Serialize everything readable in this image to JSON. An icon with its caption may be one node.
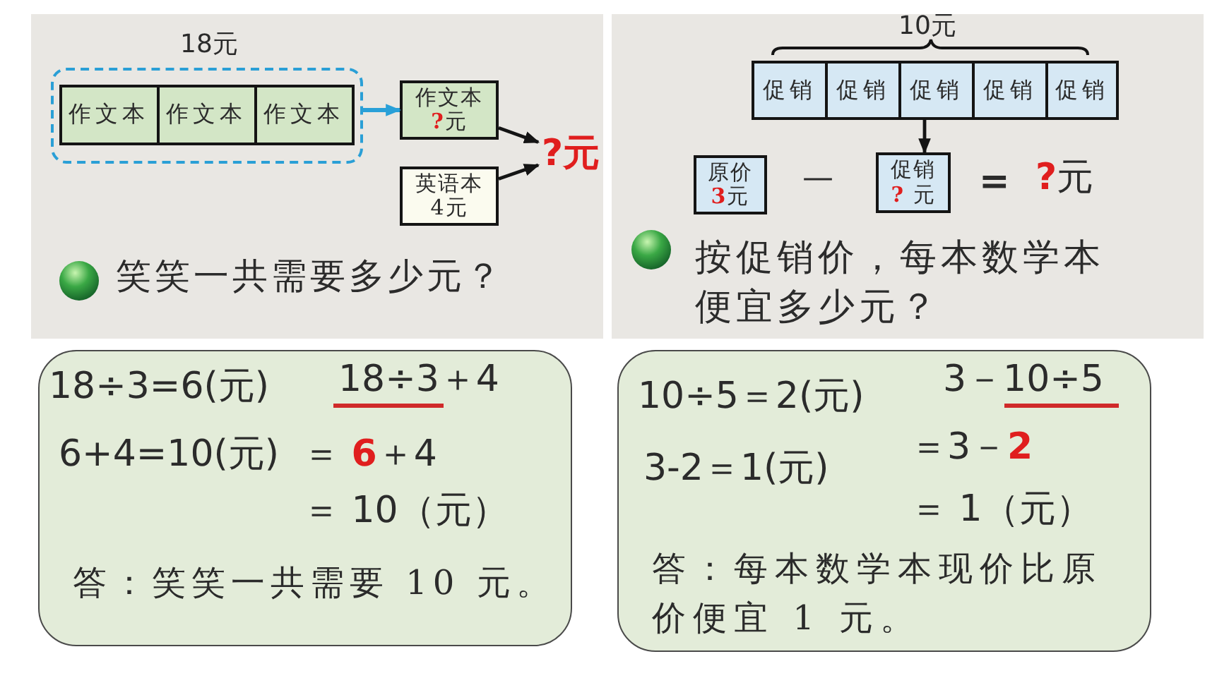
{
  "diagram": {
    "nodes": [
      {
        "text": [
          "笑笑一共需要多少元？"
        ]
      },
      {
        "text": [
          "18元"
        ],
        "in": 0
      },
      {
        "text": [
          "作文本"
        ],
        "in": 1
      },
      {
        "text": [
          "作文本"
        ],
        "in": 1
      },
      {
        "text": [
          "作文本"
        ],
        "in": 1
      },
      {
        "text": [
          "作文本",
          "**?**元"
        ],
        "in": 0
      },
      {
        "text": [
          "英语本",
          "4元"
        ],
        "in": 0
      },
      {
        "text": [
          "?元"
        ],
        "in": 0
      },
      {
        "text": [
          "按促销价，每本数学本便宜多少元？"
        ]
      },
      {
        "text": [
          "促销"
        ],
        "in": 8
      },
      {
        "text": [
          "促销"
        ],
        "in": 8
      },
      {
        "text": [
          "促销"
        ],
        "in": 8
      },
      {
        "text": [
          "促销"
        ],
        "in": 8
      },
      {
        "text": [
          "促销"
        ],
        "in": 8
      },
      {
        "text": [
          "原价",
          "**3**元"
        ],
        "in": 8
      },
      {
        "text": [
          "促销",
          "**?** 元"
        ],
        "in": 8
      },
      {
        "text": [
          "18÷3=6(元)",
          "18÷3＋4",
          "6+4=10(元)",
          "＝ **6**＋4",
          "＝ 10（元）",
          "答：笑笑一共需要 10 元。"
        ]
      },
      {
        "text": [
          "10÷5＝2(元)",
          "3－10÷5",
          "3-2＝1(元)",
          "＝3－**2**",
          "＝ 1（元）",
          "答：每本数学本现价比原价便宜 1 元。"
        ]
      }
    ],
    "edges": [
      {
        "from": 1,
        "to": 5,
        "arrow": "to",
        "color": "#29a0d8"
      },
      {
        "from": 5,
        "to": 7,
        "arrow": "to"
      },
      {
        "from": 6,
        "to": 7,
        "arrow": "to"
      },
      {
        "from": 11,
        "to": 15,
        "arrow": "to"
      }
    ],
    "labels": [
      "10元",
      "—",
      "=",
      "**?**元"
    ]
  }
}
